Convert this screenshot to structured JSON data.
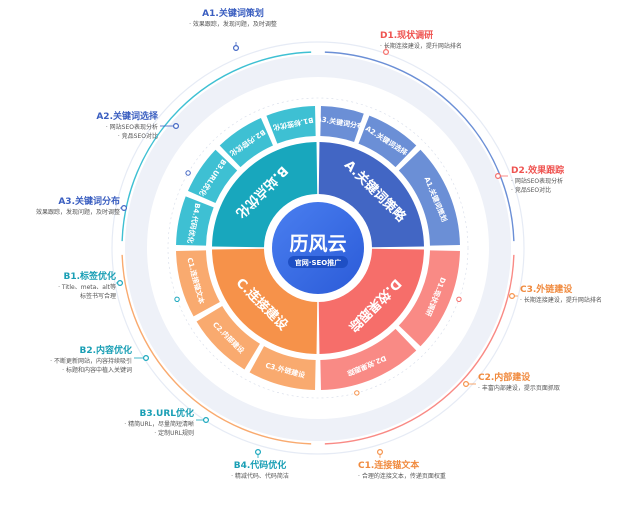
{
  "center": {
    "title": "历风云",
    "subtitle": "官网·SEO推广"
  },
  "colors": {
    "A": "#4266c4",
    "A_light": "#6b8fd6",
    "B": "#18a7bd",
    "B_light": "#3ec0d3",
    "C": "#f6924a",
    "C_light": "#f9aa6f",
    "D": "#f66e6a",
    "D_light": "#f98a85"
  },
  "quadrants": [
    {
      "key": "A",
      "label": "A.关键词策略",
      "color": "#4266c4",
      "light": "#6b8fd6",
      "start": -90,
      "end": 0
    },
    {
      "key": "D",
      "label": "D.效果跟踪",
      "color": "#f66e6a",
      "light": "#f98a85",
      "start": 0,
      "end": 90
    },
    {
      "key": "C",
      "label": "C.连接建设",
      "color": "#f6924a",
      "light": "#f9aa6f",
      "start": 90,
      "end": 180
    },
    {
      "key": "B",
      "label": "B.站点优化",
      "color": "#18a7bd",
      "light": "#3ec0d3",
      "start": 180,
      "end": 270
    }
  ],
  "segments": [
    {
      "q": "A",
      "text": "A1.关键词策划",
      "start": -45,
      "end": 0
    },
    {
      "q": "A",
      "text": "A2.关键词选择",
      "start": -70,
      "end": -45
    },
    {
      "q": "A",
      "text": "A3.关键词分布",
      "start": -90,
      "end": -70
    },
    {
      "q": "D",
      "text": "D1.现状调研",
      "start": 0,
      "end": 45
    },
    {
      "q": "D",
      "text": "D2.效果跟踪",
      "start": 45,
      "end": 90
    },
    {
      "q": "C",
      "text": "C3.外链建设",
      "start": 90,
      "end": 120
    },
    {
      "q": "C",
      "text": "C2.内部建设",
      "start": 120,
      "end": 150
    },
    {
      "q": "C",
      "text": "C1.连接锚文本",
      "start": 150,
      "end": 180
    },
    {
      "q": "B",
      "text": "B4.代码优化",
      "start": 180,
      "end": 202.5
    },
    {
      "q": "B",
      "text": "B3.URL优化",
      "start": 202.5,
      "end": 225
    },
    {
      "q": "B",
      "text": "B2.内容优化",
      "start": 225,
      "end": 247.5
    },
    {
      "q": "B",
      "text": "B1.标签优化",
      "start": 247.5,
      "end": 270
    }
  ],
  "labels": [
    {
      "id": "a1",
      "title": "A1.关键词策划",
      "color": "#3a5ec0",
      "lines": [
        "· 效果跟踪，发现问题，及时调整"
      ]
    },
    {
      "id": "a2",
      "title": "A2.关键词选择",
      "color": "#3a5ec0",
      "lines": [
        "· 网站SEO表现分析",
        "· 竞品SEO对比"
      ]
    },
    {
      "id": "a3",
      "title": "A3.关键词分布",
      "color": "#3a5ec0",
      "lines": [
        "效果跟踪，发现问题，及时调整"
      ]
    },
    {
      "id": "b1",
      "title": "B1.标签优化",
      "color": "#1a9fb5",
      "lines": [
        "· Title、meta、alt等",
        "标签书写合理"
      ]
    },
    {
      "id": "b2",
      "title": "B2.内容优化",
      "color": "#1a9fb5",
      "lines": [
        "· 不断更新网站，内容持续吸引",
        "· 标题和内容中植入关键词"
      ]
    },
    {
      "id": "b3",
      "title": "B3.URL优化",
      "color": "#1a9fb5",
      "lines": [
        "· 精简URL，尽量简短清晰",
        "· 定制URL规则"
      ]
    },
    {
      "id": "b4",
      "title": "B4.代码优化",
      "color": "#1a9fb5",
      "lines": [
        "· 精减代码、代码简洁"
      ]
    },
    {
      "id": "c1",
      "title": "C1.连接锚文本",
      "color": "#f08a3e",
      "lines": [
        "· 合理的连接文本，传递页面权重"
      ]
    },
    {
      "id": "c2",
      "title": "C2.内部建设",
      "color": "#f08a3e",
      "lines": [
        "· 丰富内部建设，提示页面抓取"
      ]
    },
    {
      "id": "c3",
      "title": "C3.外链建设",
      "color": "#f08a3e",
      "lines": [
        "· 长期连接建设，提升网站排名"
      ]
    },
    {
      "id": "d1",
      "title": "D1.现状调研",
      "color": "#ef5350",
      "lines": [
        "· 长期连接建设，提升网站排名"
      ]
    },
    {
      "id": "d2",
      "title": "D2.效果跟踪",
      "color": "#ef5350",
      "lines": [
        "· 网站SEO表现分析",
        "· 竞品SEO对比"
      ]
    }
  ]
}
